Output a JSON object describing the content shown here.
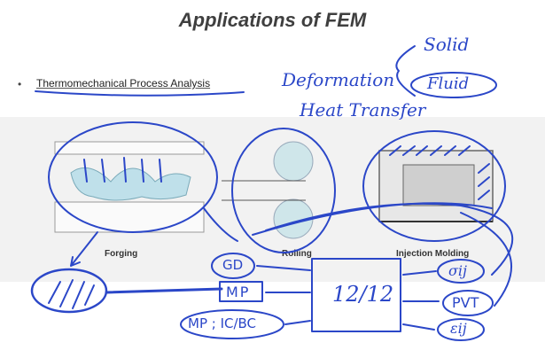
{
  "slide": {
    "title": "Applications of FEM",
    "bullet": "Thermomechanical Process Analysis",
    "images": [
      {
        "label": "Forging"
      },
      {
        "label": "Rolling"
      },
      {
        "label": "Injection Molding"
      }
    ]
  },
  "handwriting": {
    "deformation": "Deformation",
    "solid": "Solid",
    "fluid": "Fluid",
    "heat_transfer": "Heat Transfer",
    "gd": "GD",
    "mp": "MP",
    "mp_ic_bc": "MP ; IC/BC",
    "solver_box": "12/12",
    "out_stress": "σij",
    "out_pvt": "PVT",
    "out_strain": "εij"
  },
  "colors": {
    "ink": "#2b47c8",
    "title": "#3f3f3f",
    "band": "#f2f2f2"
  }
}
